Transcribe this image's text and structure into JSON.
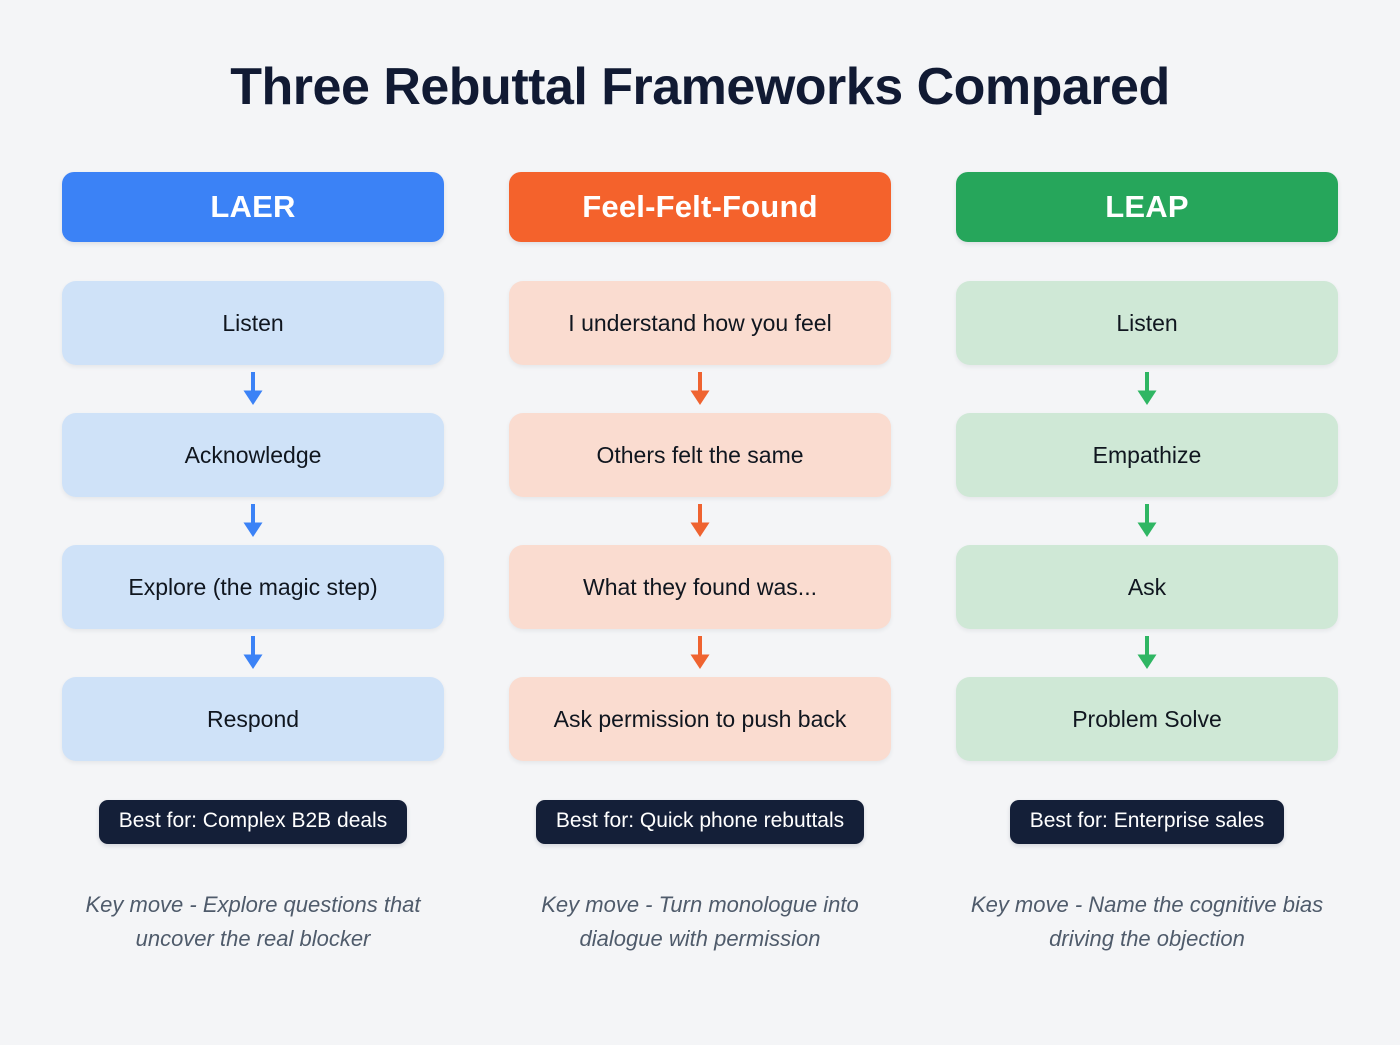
{
  "title": "Three Rebuttal Frameworks Compared",
  "background_color": "#f4f5f7",
  "title_color": "#111a33",
  "badge_color": "#141f38",
  "keymove_color": "#4f5b6b",
  "arrow_icon": "down-arrow-icon",
  "columns": [
    {
      "header": "LAER",
      "header_color": "#3b82f6",
      "box_color": "#cfe2f8",
      "arrow_color": "#3b82f6",
      "steps": [
        "Listen",
        "Acknowledge",
        "Explore (the magic step)",
        "Respond"
      ],
      "badge": "Best for: Complex B2B deals",
      "keymove": "Key move - Explore questions that uncover the real blocker"
    },
    {
      "header": "Feel-Felt-Found",
      "header_color": "#f4622c",
      "box_color": "#fadcd0",
      "arrow_color": "#ef6330",
      "steps": [
        "I understand how you feel",
        "Others felt the same",
        "What they found was...",
        "Ask permission to push back"
      ],
      "badge": "Best for: Quick phone rebuttals",
      "keymove": "Key move - Turn monologue into dialogue with permission"
    },
    {
      "header": "LEAP",
      "header_color": "#26a65b",
      "box_color": "#cfe8d6",
      "arrow_color": "#2fb663",
      "steps": [
        "Listen",
        "Empathize",
        "Ask",
        "Problem Solve"
      ],
      "badge": "Best for: Enterprise sales",
      "keymove": "Key move - Name the cognitive bias driving the objection"
    }
  ]
}
